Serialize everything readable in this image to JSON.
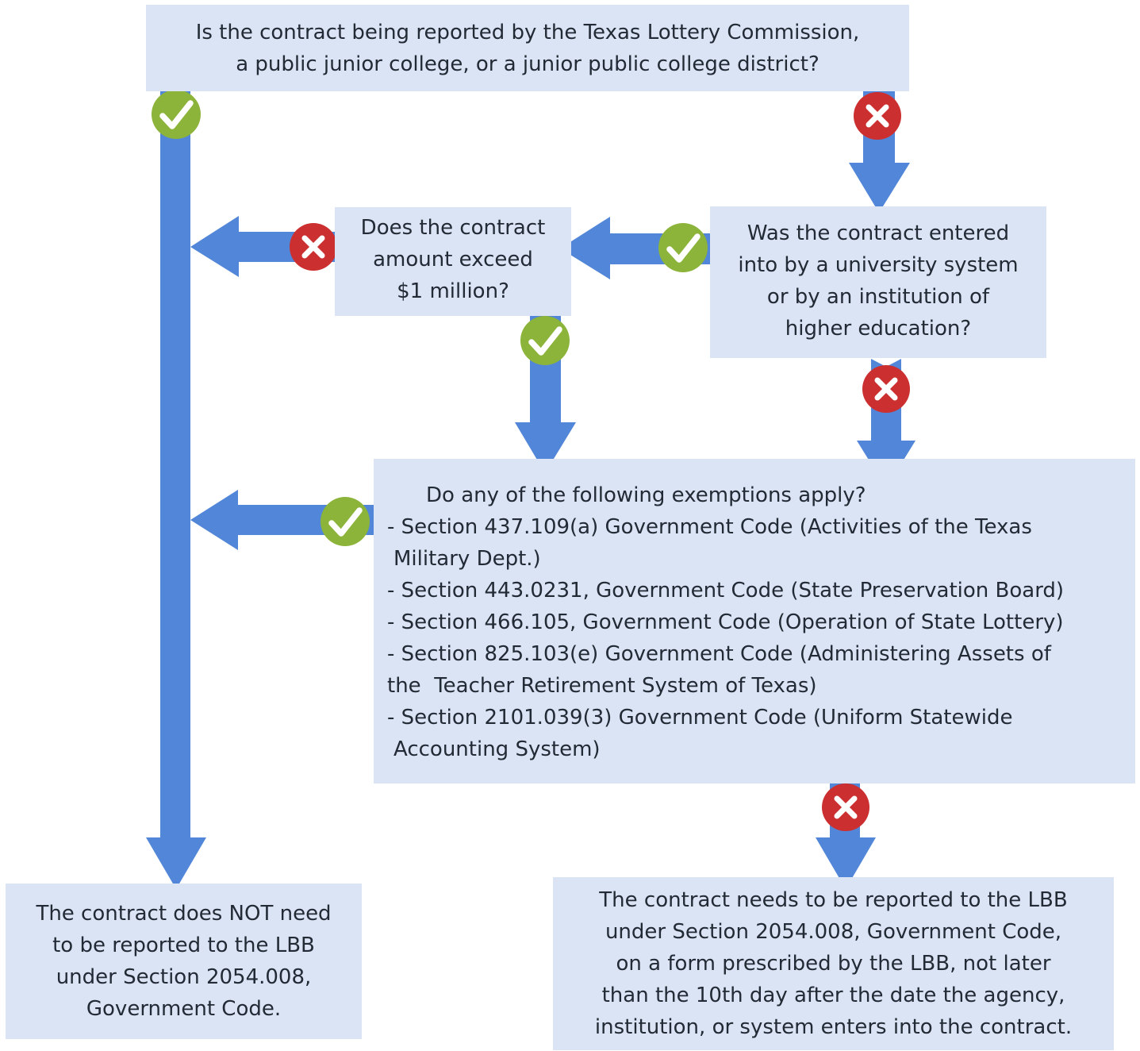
{
  "colors": {
    "box_fill": "#dae4f5",
    "arrow": "#5186d8",
    "yes": "#8db43a",
    "no": "#cc2f2f",
    "text": "#222a35"
  },
  "questions": {
    "q1": "Is the contract being reported by the Texas Lottery Commission,\na public junior college, or a junior public college district?",
    "q2": "Was the contract entered\ninto by a university system\nor by an institution of\nhigher education?",
    "q3": "Does the contract\namount exceed\n$1 million?",
    "q4": {
      "title": "Do any of the following exemptions apply?",
      "items": [
        "- Section 437.109(a) Government Code (Activities of the Texas",
        "Military Dept.)",
        "- Section 443.0231, Government Code (State Preservation Board)",
        "- Section 466.105, Government Code (Operation of State Lottery)",
        "- Section 825.103(e) Government Code (Administering Assets of",
        "the  Teacher Retirement System of Texas)",
        "- Section 2101.039(3) Government Code (Uniform Statewide",
        "Accounting System)"
      ]
    }
  },
  "outcomes": {
    "not_reported": "The contract does NOT need\nto be reported to the LBB\nunder Section 2054.008,\nGovernment Code.",
    "reported": "The contract needs to be reported to the LBB\nunder Section 2054.008, Government Code,\non a form prescribed by the LBB, not later\nthan the 10th day after the date the agency,\ninstitution, or system enters into the contract."
  },
  "markers": {
    "yes_icon": "checkmark-icon",
    "no_icon": "x-icon"
  }
}
